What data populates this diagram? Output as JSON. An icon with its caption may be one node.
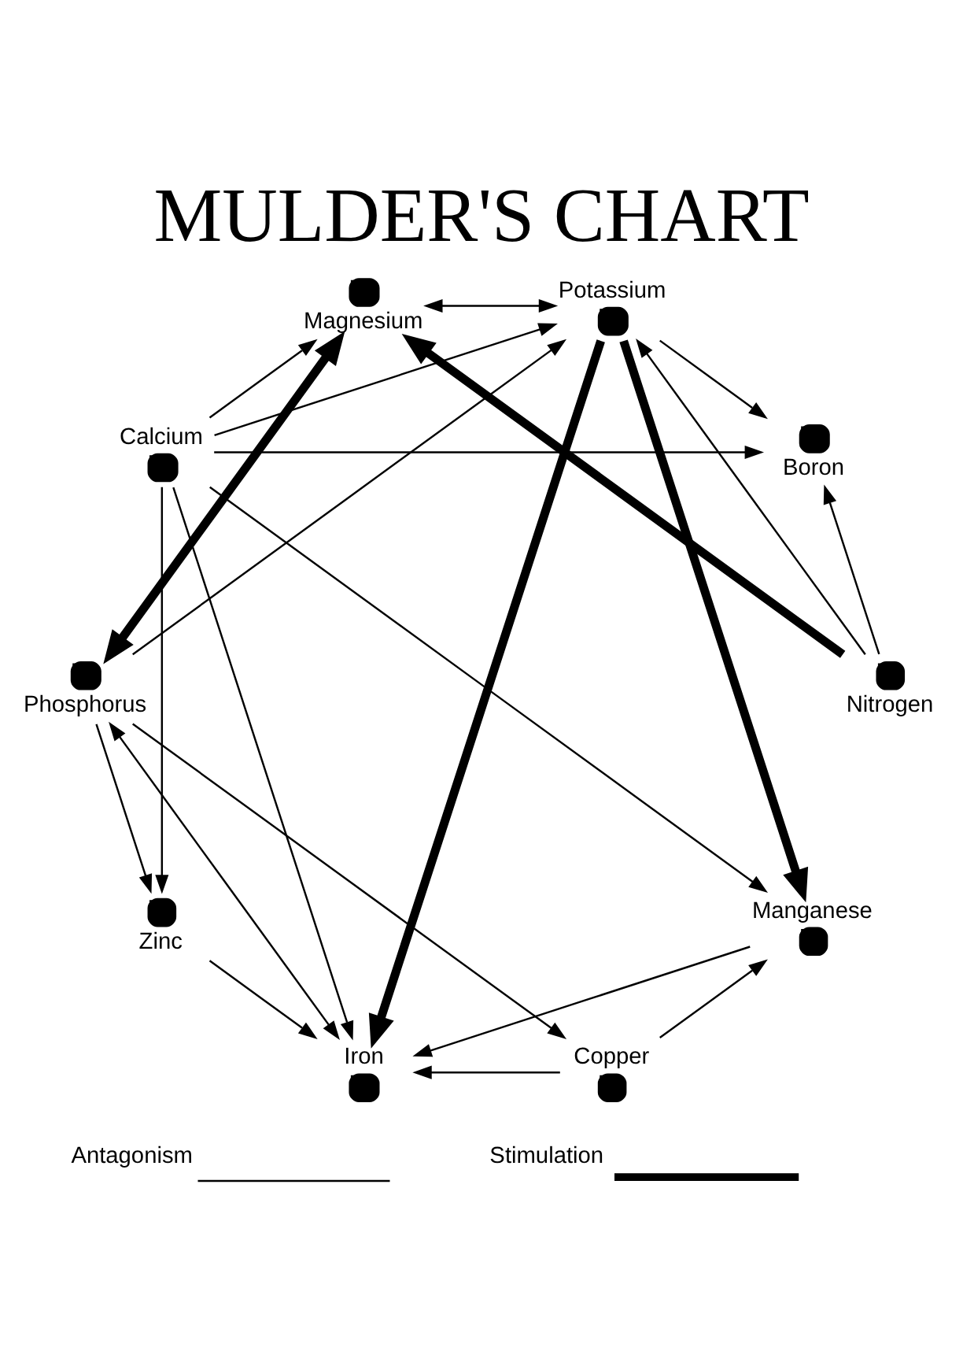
{
  "diagram": {
    "title": "MULDER'S CHART",
    "nodes": [
      {
        "text": [
          "Manganese"
        ]
      },
      {
        "text": [
          "Potassium"
        ]
      },
      {
        "text": [
          "Calcium"
        ]
      },
      {
        "text": [
          "Iron"
        ]
      },
      {
        "text": [
          "Copper"
        ]
      },
      {
        "text": [
          "Phosphorus"
        ]
      },
      {
        "text": [
          "Magnesium"
        ]
      },
      {
        "text": [
          "Boron"
        ]
      },
      {
        "text": [
          "Zinc"
        ]
      },
      {
        "text": [
          "Nitrogen"
        ]
      }
    ],
    "edges": [
      {
        "from": 1,
        "to": 0,
        "arrow": "to",
        "style": "thick"
      },
      {
        "from": 1,
        "to": 3,
        "arrow": "to",
        "style": "thick"
      },
      {
        "from": 2,
        "to": 0,
        "arrow": "to"
      },
      {
        "from": 2,
        "to": 1,
        "arrow": "to"
      },
      {
        "from": 2,
        "to": 3,
        "arrow": "to"
      },
      {
        "from": 0,
        "to": 3,
        "arrow": "to"
      },
      {
        "from": 4,
        "to": 0,
        "arrow": "to"
      },
      {
        "from": 4,
        "to": 3,
        "arrow": "to"
      },
      {
        "from": 1,
        "to": 6,
        "arrow": "both"
      },
      {
        "from": 3,
        "to": 5,
        "arrow": "both"
      },
      {
        "from": 5,
        "to": 1,
        "arrow": "to"
      },
      {
        "from": 1,
        "to": 7,
        "arrow": "to"
      },
      {
        "from": 9,
        "to": 1,
        "arrow": "to"
      },
      {
        "from": 8,
        "to": 3,
        "arrow": "to"
      },
      {
        "from": 2,
        "to": 7,
        "arrow": "to"
      },
      {
        "from": 5,
        "to": 4,
        "arrow": "to"
      },
      {
        "from": 2,
        "to": 8,
        "arrow": "to"
      },
      {
        "from": 2,
        "to": 6,
        "arrow": "to"
      },
      {
        "from": 5,
        "to": 6,
        "arrow": "both",
        "style": "thick"
      },
      {
        "from": 9,
        "to": 6,
        "arrow": "to",
        "style": "thick"
      },
      {
        "from": 5,
        "to": 8,
        "arrow": "to"
      },
      {
        "from": 9,
        "to": 7,
        "arrow": "to"
      }
    ],
    "legend": [
      {
        "text": "Antagonism"
      },
      {
        "text": "Stimulation"
      }
    ]
  }
}
